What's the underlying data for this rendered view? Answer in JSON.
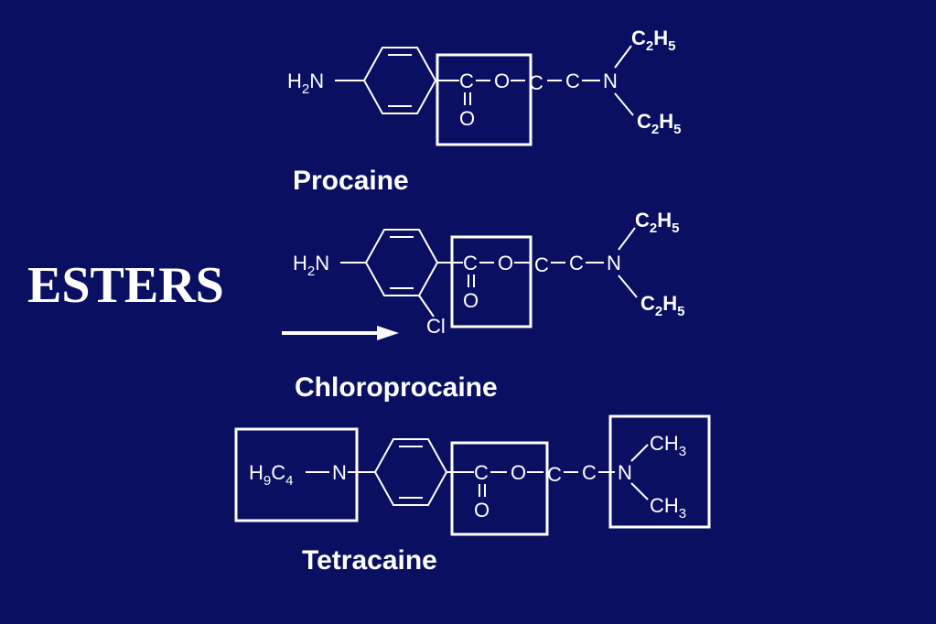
{
  "colors": {
    "background": "#0b0f62",
    "foreground": "#ffffff"
  },
  "heading": "ESTERS",
  "molecules": {
    "procaine": {
      "name": "Procaine",
      "amine": "H2N",
      "ester_c": "C",
      "ester_o": "O",
      "carbonyl_o": "O",
      "chain_c1": "C",
      "chain_c2": "C",
      "terminal_n": "N",
      "ethyl_top": "C2H5",
      "ethyl_bottom": "C2H5"
    },
    "chloroprocaine": {
      "name": "Chloroprocaine",
      "amine": "H2N",
      "chloro": "Cl",
      "ester_c": "C",
      "ester_o": "O",
      "carbonyl_o": "O",
      "chain_c1": "C",
      "chain_c2": "C",
      "terminal_n": "N",
      "ethyl_top": "C2H5",
      "ethyl_bottom": "C2H5"
    },
    "tetracaine": {
      "name": "Tetracaine",
      "butyl": "H9C4",
      "amine_n": "N",
      "ester_c": "C",
      "ester_o": "O",
      "carbonyl_o": "O",
      "chain_c1": "C",
      "chain_c2": "C",
      "terminal_n": "N",
      "methyl_top": "CH3",
      "methyl_bottom": "CH3"
    }
  }
}
